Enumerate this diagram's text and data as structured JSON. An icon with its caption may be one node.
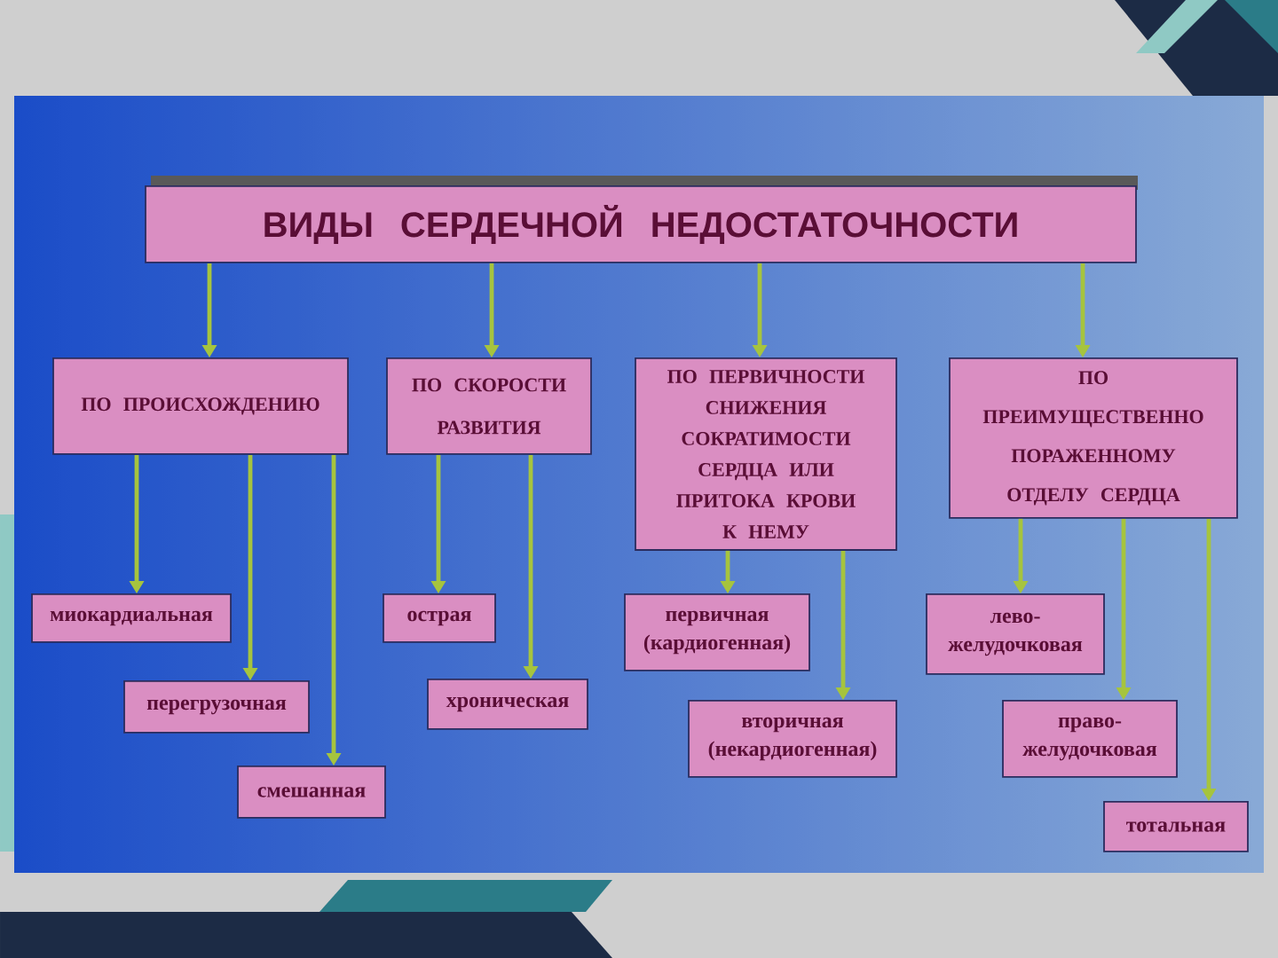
{
  "diagram": {
    "nodes": [
      {
        "text": [
          "ВИДЫ  СЕРДЕЧНОЙ  НЕДОСТАТОЧНОСТИ"
        ]
      },
      {
        "text": [
          "ПО ПРОИСХОЖДЕНИЮ"
        ]
      },
      {
        "text": [
          "ПО СКОРОСТИ РАЗВИТИЯ"
        ]
      },
      {
        "text": [
          "ПО ПЕРВИЧНОСТИ СНИЖЕНИЯ СОКРАТИМОСТИ СЕРДЦА ИЛИ ПРИТОКА КРОВИ К НЕМУ"
        ]
      },
      {
        "text": [
          "ПО ПРЕИМУЩЕСТВЕННО ПОРАЖЕННОМУ ОТДЕЛУ СЕРДЦА"
        ]
      },
      {
        "text": [
          "миокардиальная"
        ]
      },
      {
        "text": [
          "перегрузочная"
        ]
      },
      {
        "text": [
          "смешанная"
        ]
      },
      {
        "text": [
          "острая"
        ]
      },
      {
        "text": [
          "хроническая"
        ]
      },
      {
        "text": [
          "первичная (кардиогенная)"
        ]
      },
      {
        "text": [
          "вторичная (некардиогенная)"
        ]
      },
      {
        "text": [
          "лево- желудочковая"
        ]
      },
      {
        "text": [
          "право- желудочковая"
        ]
      },
      {
        "text": [
          "тотальная"
        ]
      }
    ],
    "edges": [
      {
        "from": 0,
        "to": 1,
        "arrow": "to"
      },
      {
        "from": 0,
        "to": 2,
        "arrow": "to"
      },
      {
        "from": 0,
        "to": 3,
        "arrow": "to"
      },
      {
        "from": 0,
        "to": 4,
        "arrow": "to"
      },
      {
        "from": 1,
        "to": 5,
        "arrow": "to"
      },
      {
        "from": 1,
        "to": 6,
        "arrow": "to"
      },
      {
        "from": 1,
        "to": 7,
        "arrow": "to"
      },
      {
        "from": 2,
        "to": 8,
        "arrow": "to"
      },
      {
        "from": 2,
        "to": 9,
        "arrow": "to"
      },
      {
        "from": 3,
        "to": 10,
        "arrow": "to"
      },
      {
        "from": 3,
        "to": 11,
        "arrow": "to"
      },
      {
        "from": 4,
        "to": 12,
        "arrow": "to"
      },
      {
        "from": 4,
        "to": 13,
        "arrow": "to"
      },
      {
        "from": 4,
        "to": 14,
        "arrow": "to"
      }
    ]
  }
}
